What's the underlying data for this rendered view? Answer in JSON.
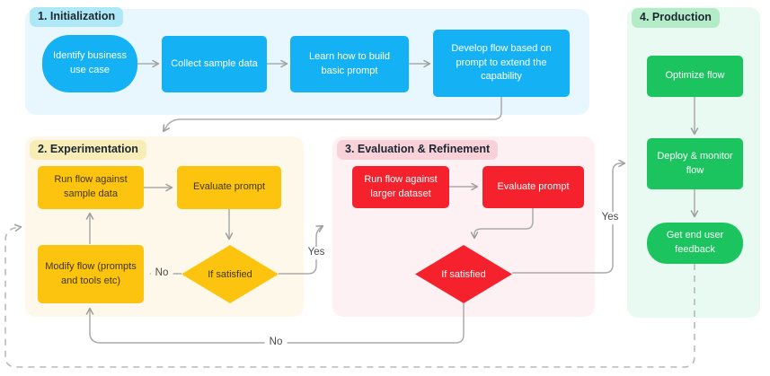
{
  "diagram": {
    "title_hint": "Prompt flow development lifecycle",
    "sections": [
      {
        "label": "1. Initialization"
      },
      {
        "label": "2. Experimentation"
      },
      {
        "label": "3. Evaluation & Refinement"
      },
      {
        "label": "4. Production"
      }
    ],
    "nodes": {
      "identify": "Identify business use case",
      "collect": "Collect sample data",
      "learn": "Learn how to build basic prompt",
      "develop": "Develop flow based on prompt to extend the capability",
      "run_sample": "Run flow against sample data",
      "evaluate_prompt_exp": "Evaluate prompt",
      "modify_flow": "Modify flow (prompts and tools etc)",
      "if_satisfied_exp": "If satisfied",
      "run_larger": "Run flow against larger dataset",
      "evaluate_prompt_eval": "Evaluate prompt",
      "if_satisfied_eval": "If satisfied",
      "optimize": "Optimize flow",
      "deploy": "Deploy & monitor flow",
      "feedback": "Get end user feedback"
    },
    "edge_labels": {
      "exp_no": "No",
      "exp_yes": "Yes",
      "eval_yes": "Yes",
      "eval_no": "No"
    },
    "colors": {
      "initialization_node": "#14b2f5",
      "experimentation_node": "#fcc40f",
      "evaluation_node": "#f5222d",
      "production_node": "#1cc45f",
      "initialization_panel": "#e8f7fd",
      "experimentation_panel": "#fdf8e9",
      "evaluation_panel": "#fdf1f3",
      "production_panel": "#e9faf2",
      "initialization_badge": "#aee8f6",
      "experimentation_badge": "#f8ecb7",
      "evaluation_badge": "#f8d2d8",
      "production_badge": "#b4ecc7",
      "connector": "#ababab"
    }
  }
}
